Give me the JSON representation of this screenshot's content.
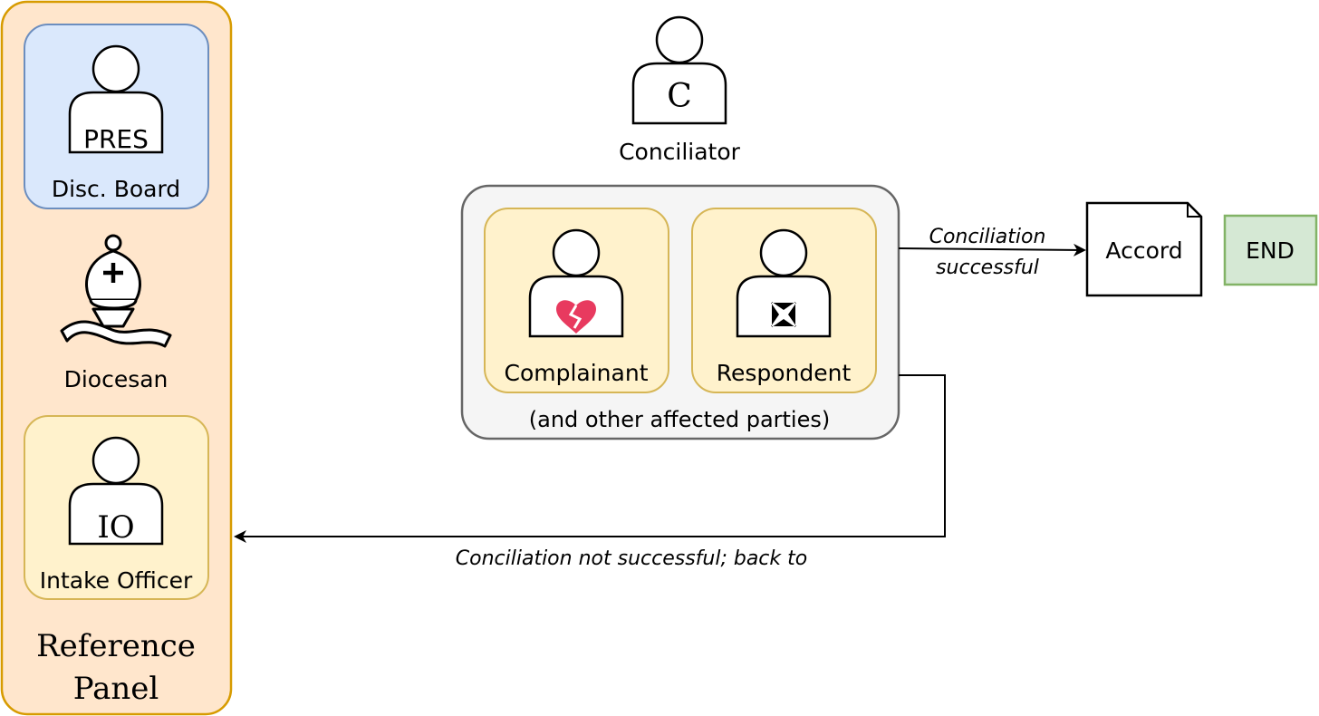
{
  "reference_panel": {
    "title": "Reference\nPanel",
    "fill": "#ffe6cc",
    "stroke": "#d79b00",
    "president": {
      "icon_text": "PRES",
      "label": "Disc. Board",
      "fill": "#dae8fc",
      "stroke": "#6c8ebf"
    },
    "diocesan": {
      "icon": "bishop-mitre-icon",
      "label": "Diocesan"
    },
    "intake_officer": {
      "icon_text": "IO",
      "label": "Intake Officer",
      "fill": "#fff2cc",
      "stroke": "#d6b656"
    }
  },
  "conciliator": {
    "icon_text": "C",
    "label": "Conciliator"
  },
  "parties_group": {
    "caption": "(and other affected parties)",
    "fill": "#f5f5f5",
    "stroke": "#666666",
    "complainant": {
      "icon": "broken-heart-icon",
      "label": "Complainant",
      "fill": "#fff2cc",
      "stroke": "#d6b656"
    },
    "respondent": {
      "icon": "cross-pattee-icon",
      "label": "Respondent",
      "fill": "#fff2cc",
      "stroke": "#d6b656"
    }
  },
  "edges": {
    "success_label": "Conciliation\nsuccessful",
    "failure_label": "Conciliation not successful; back to"
  },
  "accord": {
    "label": "Accord"
  },
  "end": {
    "label": "END",
    "fill": "#d5e8d4",
    "stroke": "#82b366"
  },
  "colors": {
    "broken_heart": "#e83a5f"
  }
}
